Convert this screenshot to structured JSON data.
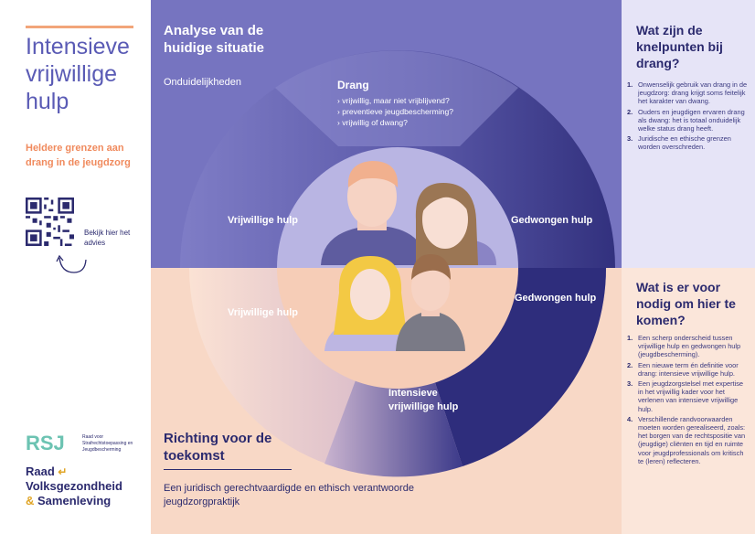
{
  "left": {
    "title": "Intensieve vrijwillige hulp",
    "subtitle": "Heldere grenzen aan drang in de jeugdzorg",
    "qr_caption": "Bekijk hier het advies",
    "rsj_letters": "RSJ",
    "rsj_text": "Raad voor Strafrechtstoepassing en Jeugdbescherming",
    "rvs_line1": "Raad",
    "rvs_corner": "↵",
    "rvs_line2": "Volksgezondheid",
    "rvs_amp": "&",
    "rvs_line3": "Samenleving"
  },
  "center": {
    "analyse_title": "Analyse van de huidige situatie",
    "onduidelijk": "Onduidelijkheden",
    "drang_title": "Drang",
    "drang_items": [
      "vrijwillig, maar niet vrijblijvend?",
      "preventieve jeugdbescherming?",
      "vrijwillig of dwang?"
    ],
    "top_left_label": "Vrijwillige hulp",
    "top_right_label": "Gedwongen hulp",
    "bottom_left_label": "Vrijwillige hulp",
    "bottom_right_label": "Gedwongen hulp",
    "bottom_center_label": "Intensieve vrijwillige hulp",
    "richting_title": "Richting voor de toekomst",
    "richting_text": "Een juridisch gerechtvaardigde en ethisch verantwoorde jeugdzorgpraktijk"
  },
  "right_top": {
    "title": "Wat zijn de knelpunten bij drang?",
    "items": [
      "Onwenselijk gebruik van drang in de jeugdzorg: drang krijgt soms feitelijk het karakter van dwang.",
      "Ouders en jeugdigen ervaren drang als dwang: het is totaal onduidelijk welke status drang heeft.",
      "Juridische en ethische grenzen worden overschreden."
    ]
  },
  "right_bottom": {
    "title": "Wat is er voor nodig om hier te komen?",
    "items": [
      "Een scherp onderscheid tussen vrijwillige hulp en gedwongen hulp (jeugdbescherming).",
      "Een nieuwe term én definitie voor drang: intensieve vrijwillige hulp.",
      "Een jeugdzorgstelsel met expertise in het vrijwillig kader voor het verlenen van intensieve vrijwillige hulp.",
      "Verschillende randvoorwaarden moeten worden gerealiseerd, zoals: het borgen van de rechtspositie van (jeugdige) cliënten en tijd en ruimte voor jeugdprofessionals om kritisch te (leren) reflecteren."
    ]
  },
  "colors": {
    "navy": "#2b2a6e",
    "purple_top": "#7d7bc4",
    "peach": "#f8d8c6",
    "orange_accent": "#f08a5d"
  }
}
